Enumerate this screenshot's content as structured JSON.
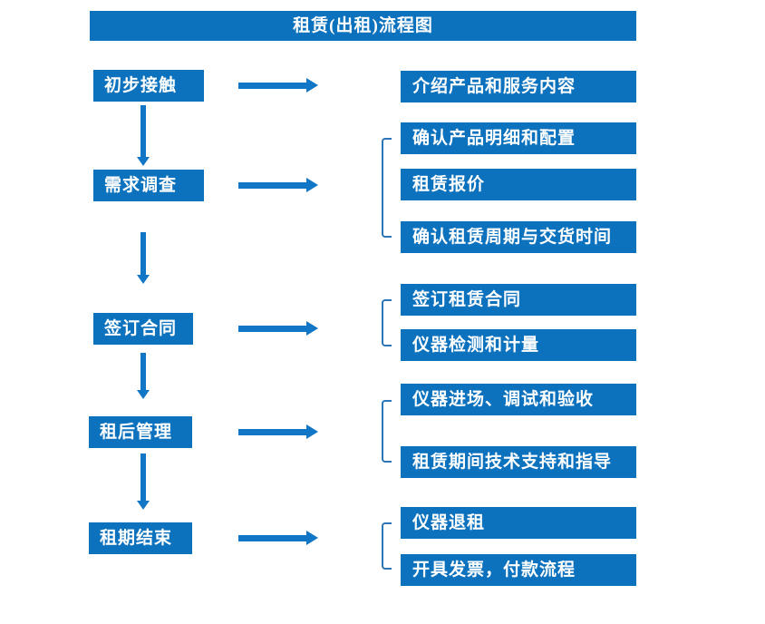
{
  "flowchart": {
    "title": "租赁(出租)流程图",
    "steps": [
      {
        "label": "初步接触",
        "outputs": [
          "介绍产品和服务内容"
        ]
      },
      {
        "label": "需求调查",
        "outputs": [
          "确认产品明细和配置",
          "租赁报价",
          "确认租赁周期与交货时间"
        ]
      },
      {
        "label": "签订合同",
        "outputs": [
          "签订租赁合同",
          "仪器检测和计量"
        ]
      },
      {
        "label": "租后管理",
        "outputs": [
          "仪器进场、调试和验收",
          "租赁期间技术支持和指导"
        ]
      },
      {
        "label": "租期结束",
        "outputs": [
          "仪器退租",
          "开具发票，付款流程"
        ]
      }
    ],
    "colors": {
      "primary": "#0d72be",
      "arrow": "#1276c6",
      "bracket": "#2e75b6",
      "text": "#ffffff",
      "background": "#ffffff"
    }
  }
}
